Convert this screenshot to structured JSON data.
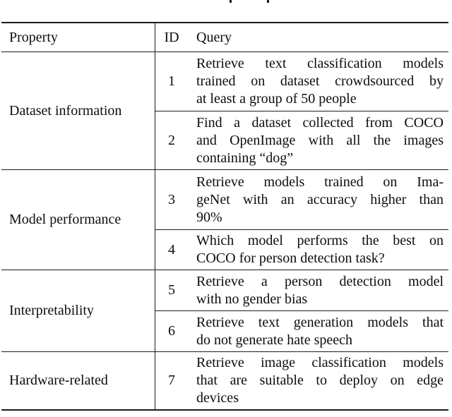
{
  "colors": {
    "text": "#0d0d0d",
    "rule": "#1c1c1c",
    "background": "#ffffff"
  },
  "table": {
    "columns": {
      "property": "Property",
      "id": "ID",
      "query": "Query"
    },
    "groups": [
      {
        "property": "Dataset information",
        "rows": [
          {
            "id": "1",
            "query": "Retrieve text classification models trained on dataset crowdsourced by at least a group of 50 people",
            "query_lines": [
              "Retrieve text classification models",
              "trained on dataset crowdsourced by",
              "at least a group of 50 people"
            ]
          },
          {
            "id": "2",
            "query": "Find a dataset collected from COCO and OpenImage with all the images containing “dog”",
            "query_lines": [
              "Find a dataset collected from COCO",
              "and OpenImage with all the images",
              "containing “dog”"
            ]
          }
        ]
      },
      {
        "property": "Model performance",
        "rows": [
          {
            "id": "3",
            "query": "Retrieve models trained on ImageNet with an accuracy higher than 90%",
            "query_lines": [
              "Retrieve models trained on Ima-",
              "geNet with an accuracy higher than",
              "90%"
            ]
          },
          {
            "id": "4",
            "query": "Which model performs the best on COCO for person detection task?",
            "query_lines": [
              "Which model performs the best on",
              "COCO for person detection task?"
            ]
          }
        ]
      },
      {
        "property": "Interpretability",
        "rows": [
          {
            "id": "5",
            "query": "Retrieve a person detection model with no gender bias",
            "query_lines": [
              "Retrieve a person detection model",
              "with no gender bias"
            ]
          },
          {
            "id": "6",
            "query": "Retrieve text generation models that do not generate hate speech",
            "query_lines": [
              "Retrieve text generation models that",
              "do not generate hate speech"
            ]
          }
        ]
      },
      {
        "property": "Hardware-related",
        "rows": [
          {
            "id": "7",
            "query": "Retrieve image classification models that are suitable to deploy on edge devices",
            "query_lines": [
              "Retrieve image classification models",
              "that are suitable to deploy on edge",
              "devices"
            ]
          }
        ]
      }
    ]
  }
}
